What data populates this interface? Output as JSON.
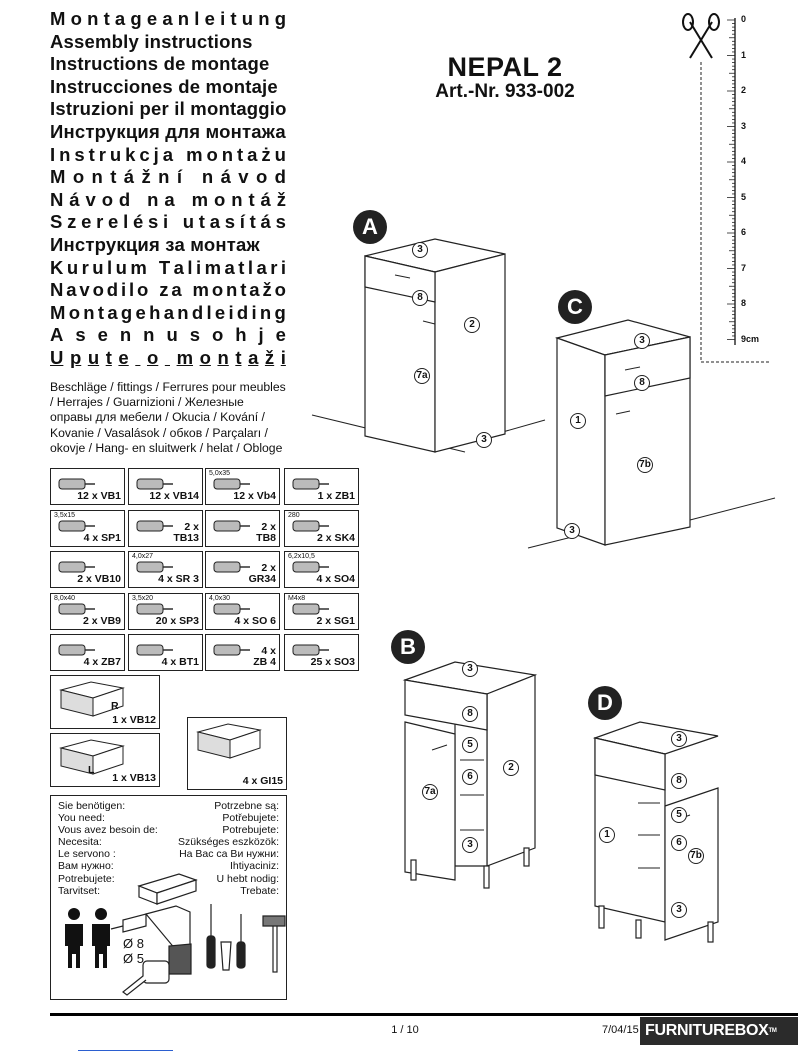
{
  "titles": [
    {
      "text": "Montageanleitung",
      "style": "wide"
    },
    {
      "text": "Assembly instructions",
      "style": "normal"
    },
    {
      "text": "Instructions de montage",
      "style": "normal"
    },
    {
      "text": "Instrucciones de montaje",
      "style": "normal"
    },
    {
      "text": "Istruzioni per il montaggio",
      "style": "normal"
    },
    {
      "text": "Инструкция для монтажа",
      "style": "normal"
    },
    {
      "text": "Instrukcja montażu",
      "style": "wide"
    },
    {
      "text": "Montážní návod",
      "style": "wide"
    },
    {
      "text": "Návod na montáž",
      "style": "wide"
    },
    {
      "text": "Szerelési utasítás",
      "style": "wide"
    },
    {
      "text": "Инструкция за монтаж",
      "style": "normal"
    },
    {
      "text": "Kurulum Talimatlari",
      "style": "wide"
    },
    {
      "text": "Navodilo za montažo",
      "style": "wide"
    },
    {
      "text": "Montagehandleiding",
      "style": "wide"
    },
    {
      "text": "Asennusohje",
      "style": "wide"
    },
    {
      "text": "Upute o montaži",
      "style": "wide"
    }
  ],
  "product": {
    "name": "NEPAL 2",
    "article": "Art.-Nr. 933-002"
  },
  "fittings_text": "Beschläge / fittings / Ferrures pour meubles / Herrajes / Guarnizioni / Железные оправы для мебели / Okucia / Kování / Kovanie / Vasalások / обков / Parçaları / okovje / Hang- en sluitwerk / helat / Obloge",
  "parts": [
    {
      "qty": "12 x VB1",
      "dim": ""
    },
    {
      "qty": "12 x VB14",
      "dim": ""
    },
    {
      "qty": "12 x Vb4",
      "dim": "5,0x35"
    },
    {
      "qty": "1 x ZB1",
      "dim": ""
    },
    {
      "qty": "4 x SP1",
      "dim": "3,5x15"
    },
    {
      "qty": "2 x\nTB13",
      "dim": ""
    },
    {
      "qty": "2 x\nTB8",
      "dim": ""
    },
    {
      "qty": "2 x SK4",
      "dim": "280"
    },
    {
      "qty": "2 x VB10",
      "dim": ""
    },
    {
      "qty": "4 x SR 3",
      "dim": "4,0x27"
    },
    {
      "qty": "2 x\nGR34",
      "dim": ""
    },
    {
      "qty": "4 x SO4",
      "dim": "6,2x10,5"
    },
    {
      "qty": "2 x VB9",
      "dim": "8,0x40"
    },
    {
      "qty": "20 x SP3",
      "dim": "3,5x20"
    },
    {
      "qty": "4 x SO 6",
      "dim": "4,0x30"
    },
    {
      "qty": "2 x SG1",
      "dim": "M4x8"
    },
    {
      "qty": "4 x ZB7",
      "dim": ""
    },
    {
      "qty": "4 x BT1",
      "dim": ""
    },
    {
      "qty": "4 x\nZB 4",
      "dim": ""
    },
    {
      "qty": "25 x SO3",
      "dim": ""
    },
    {
      "qty": "1 x VB12",
      "dim": ""
    },
    {
      "qty": "1 x VB13",
      "dim": ""
    },
    {
      "qty": "4 x GI15",
      "dim": ""
    }
  ],
  "hinge_labels": {
    "right": "R",
    "left": "L"
  },
  "need_left": [
    "Sie benötigen:",
    "You need:",
    "Vous avez besoin de:",
    "Necesita:",
    "Le servono :",
    "Вам нужно:",
    "Potrebujete:",
    "Tarvitset:"
  ],
  "need_right": [
    "Potrzebne są:",
    "Potřebujete:",
    "Potrebujete:",
    "Szükséges eszközök:",
    "На Вас са Ви нужни:",
    "Ihtiyaciniz:",
    "U hebt nodig:",
    "Trebate:"
  ],
  "drill_sizes": [
    "Ø 8",
    "Ø 5"
  ],
  "diagrams": {
    "A": {
      "letter": "A",
      "labels": [
        "3",
        "8",
        "2",
        "7a",
        "3"
      ]
    },
    "B": {
      "letter": "B",
      "labels": [
        "3",
        "8",
        "5",
        "6",
        "2",
        "7a",
        "3"
      ]
    },
    "C": {
      "letter": "C",
      "labels": [
        "3",
        "8",
        "1",
        "7b",
        "3"
      ]
    },
    "D": {
      "letter": "D",
      "labels": [
        "3",
        "8",
        "5",
        "6",
        "1",
        "7b",
        "3"
      ]
    }
  },
  "ruler": {
    "ticks": [
      "0",
      "1",
      "2",
      "3",
      "4",
      "5",
      "6",
      "7",
      "8",
      "9cm"
    ]
  },
  "footer": {
    "page": "1 / 10",
    "date": "7/04/15",
    "logo": "FURNITUREBOX",
    "logo_tm": "TM"
  }
}
